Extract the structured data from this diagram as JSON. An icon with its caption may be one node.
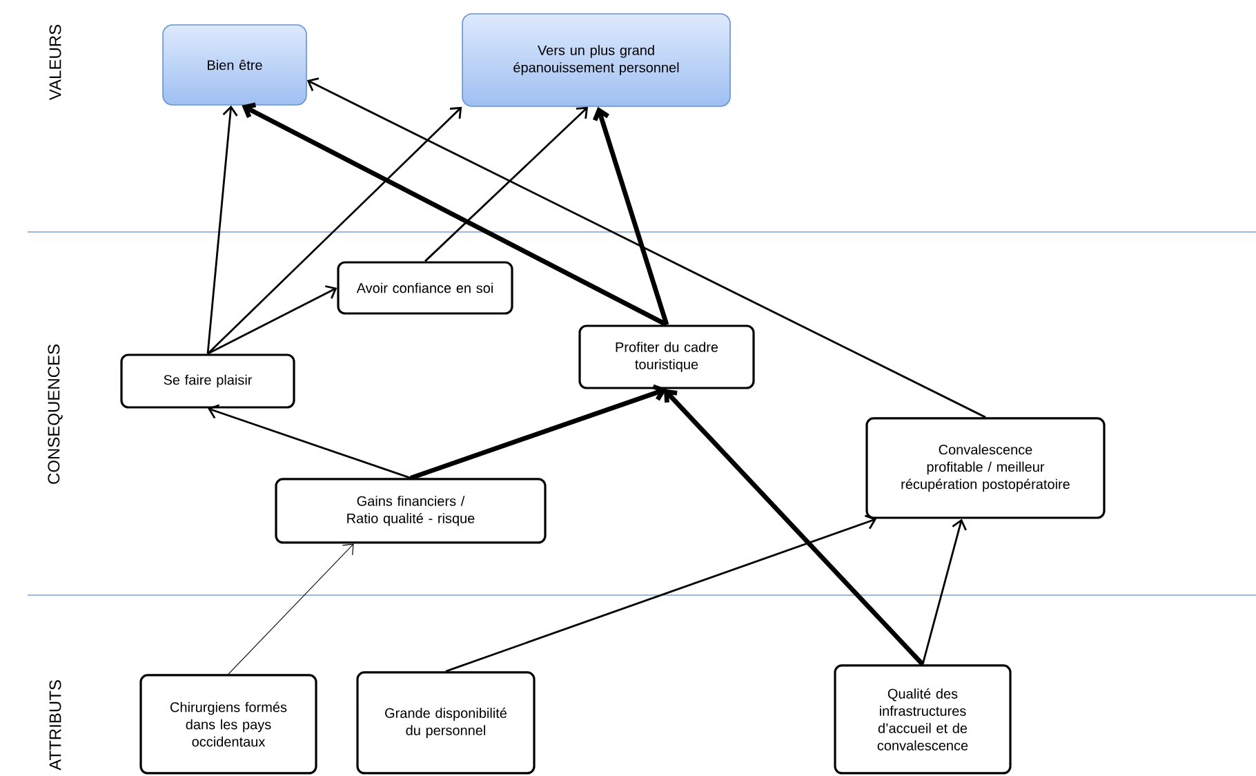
{
  "diagram": {
    "nodes": [
      {
        "text": [
          "Bien être"
        ]
      },
      {
        "text": [
          "Vers un plus grand épanouissement personnel"
        ]
      },
      {
        "text": [
          "Avoir confiance en soi"
        ]
      },
      {
        "text": [
          "Se faire plaisir"
        ]
      },
      {
        "text": [
          "Profiter du cadre touristique"
        ]
      },
      {
        "text": [
          "Convalescence profitable / meilleur récupération postopératoire"
        ]
      },
      {
        "text": [
          "Gains financiers / Ratio qualité - risque"
        ]
      },
      {
        "text": [
          "Chirurgiens formés dans les pays occidentaux"
        ]
      },
      {
        "text": [
          "Grande disponibilité du personnel"
        ]
      },
      {
        "text": [
          "Qualité des infrastructures d’accueil et de convalescence"
        ]
      }
    ],
    "edges": [
      {
        "from": 3,
        "to": 0,
        "arrow": "to"
      },
      {
        "from": 3,
        "to": 1,
        "arrow": "to"
      },
      {
        "from": 3,
        "to": 2,
        "arrow": "to"
      },
      {
        "from": 2,
        "to": 1,
        "arrow": "to"
      },
      {
        "from": 4,
        "to": 0,
        "arrow": "to",
        "style": "thick"
      },
      {
        "from": 4,
        "to": 1,
        "arrow": "to",
        "style": "thick"
      },
      {
        "from": 5,
        "to": 0,
        "arrow": "to"
      },
      {
        "from": 6,
        "to": 3,
        "arrow": "to"
      },
      {
        "from": 6,
        "to": 4,
        "arrow": "to",
        "style": "thick"
      },
      {
        "from": 7,
        "to": 6,
        "arrow": "to"
      },
      {
        "from": 8,
        "to": 5,
        "arrow": "to"
      },
      {
        "from": 9,
        "to": 4,
        "arrow": "to",
        "style": "thick"
      },
      {
        "from": 9,
        "to": 5,
        "arrow": "to"
      }
    ],
    "labels": [
      "VALEURS",
      "CONSEQUENCES",
      "ATTRIBUTS"
    ]
  }
}
